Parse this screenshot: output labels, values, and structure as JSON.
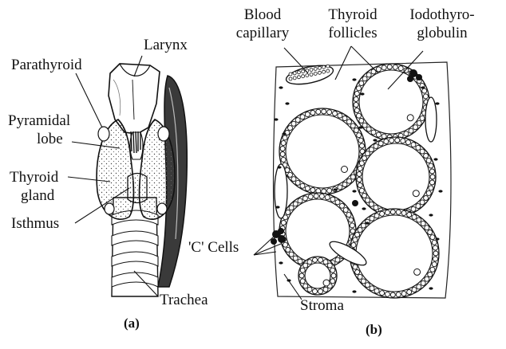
{
  "panel_a": {
    "caption": "(a)",
    "labels": {
      "larynx": "Larynx",
      "parathyroid": "Parathyroid",
      "pyramidal_lobe_1": "Pyramidal",
      "pyramidal_lobe_2": "lobe",
      "thyroid_gland_1": "Thyroid",
      "thyroid_gland_2": "gland",
      "isthmus": "Isthmus",
      "trachea": "Trachea"
    }
  },
  "panel_b": {
    "caption": "(b)",
    "labels": {
      "blood_capillary_1": "Blood",
      "blood_capillary_2": "capillary",
      "thyroid_follicles_1": "Thyroid",
      "thyroid_follicles_2": "follicles",
      "iodothyroglobulin_1": "Iodothyro-",
      "iodothyroglobulin_2": "globulin",
      "c_cells": "'C' Cells",
      "stroma": "Stroma"
    }
  },
  "colors": {
    "ink": "#111111",
    "paper": "#ffffff",
    "shade": "#2a2a2a"
  }
}
